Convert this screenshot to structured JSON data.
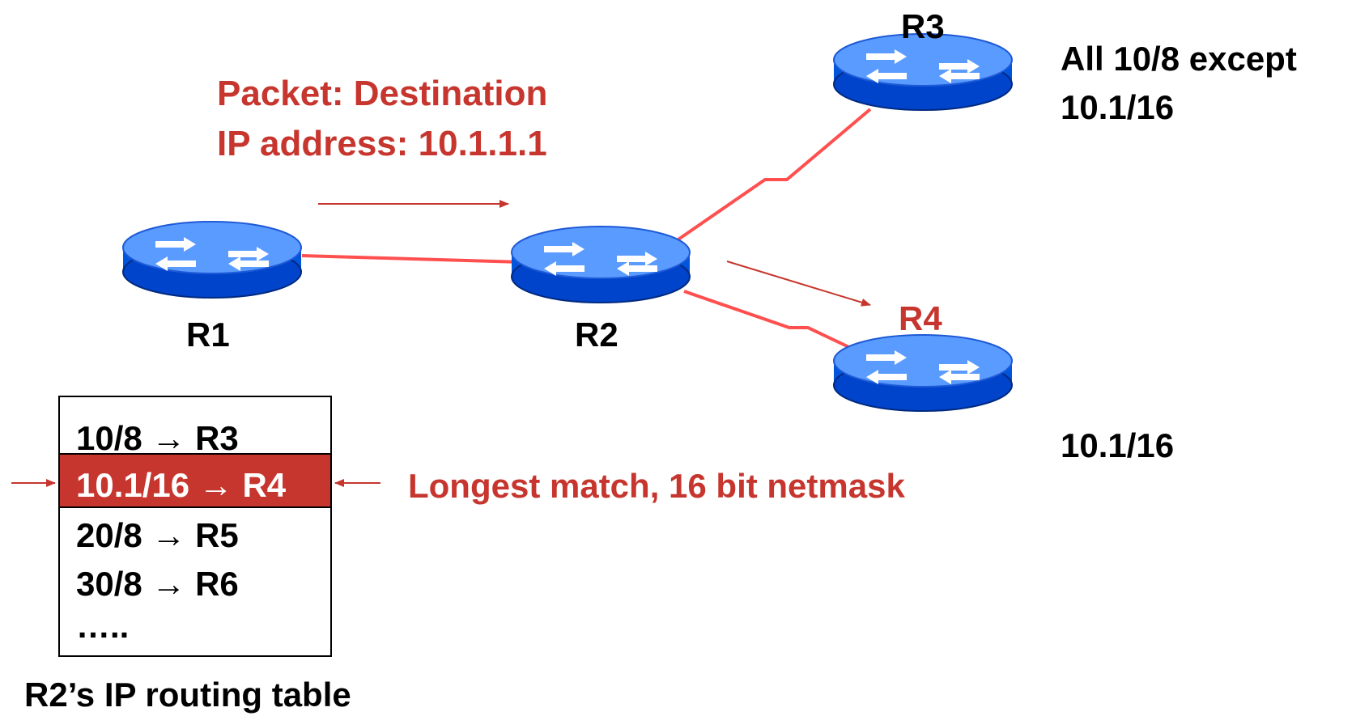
{
  "colors": {
    "accent_red": "#c7362e",
    "router_blue": "#3b86ff",
    "router_dark": "#0033aa",
    "link_red": "#ff4f4f"
  },
  "packet_label": {
    "line1": "Packet: Destination",
    "line2": "IP address: 10.1.1.1"
  },
  "routers": {
    "r1": "R1",
    "r2": "R2",
    "r3": "R3",
    "r4": "R4"
  },
  "annotations": {
    "r3_networks_line1": "All 10/8 except",
    "r3_networks_line2": "10.1/16",
    "r4_network": "10.1/16",
    "longest_match": "Longest match, 16 bit netmask"
  },
  "routing_table": {
    "caption": "R2’s IP routing table",
    "rows": [
      {
        "text": "10/8 → R3",
        "highlighted": false
      },
      {
        "text": "10.1/16 → R4",
        "highlighted": true
      },
      {
        "text": "20/8 → R5",
        "highlighted": false
      },
      {
        "text": "30/8 → R6",
        "highlighted": false
      },
      {
        "text": "…..",
        "highlighted": false
      }
    ]
  }
}
